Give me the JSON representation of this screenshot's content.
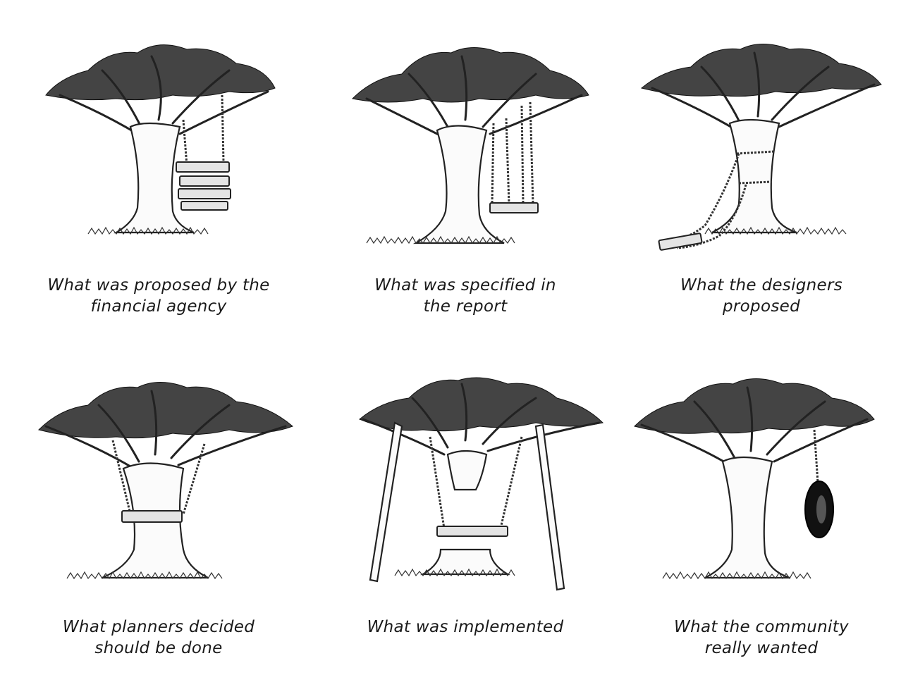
{
  "panels": [
    {
      "id": "financial-agency",
      "caption": [
        "What was proposed by the",
        "financial agency"
      ]
    },
    {
      "id": "report",
      "caption": [
        "What was specified in",
        "the report"
      ]
    },
    {
      "id": "designers",
      "caption": [
        "What the designers",
        "proposed"
      ]
    },
    {
      "id": "planners",
      "caption": [
        "What planners decided",
        "should be done"
      ]
    },
    {
      "id": "implemented",
      "caption": [
        "What was implemented"
      ]
    },
    {
      "id": "community",
      "caption": [
        "What the community",
        "really wanted"
      ]
    }
  ]
}
